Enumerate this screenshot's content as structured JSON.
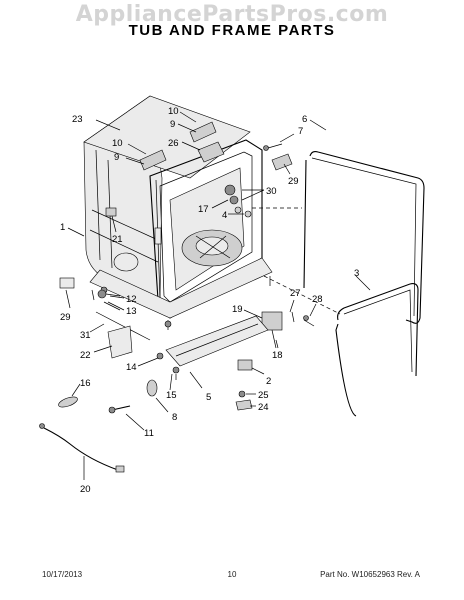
{
  "watermark": "AppliancePartsPros.com",
  "title": "TUB AND FRAME PARTS",
  "callouts": [
    {
      "id": "c23",
      "text": "23"
    },
    {
      "id": "c10a",
      "text": "10"
    },
    {
      "id": "c9a",
      "text": "9"
    },
    {
      "id": "c10b",
      "text": "10"
    },
    {
      "id": "c9b",
      "text": "9"
    },
    {
      "id": "c26",
      "text": "26"
    },
    {
      "id": "c6",
      "text": "6"
    },
    {
      "id": "c7",
      "text": "7"
    },
    {
      "id": "c30",
      "text": "30"
    },
    {
      "id": "c29a",
      "text": "29"
    },
    {
      "id": "c17",
      "text": "17"
    },
    {
      "id": "c4",
      "text": "4"
    },
    {
      "id": "c1",
      "text": "1"
    },
    {
      "id": "c21",
      "text": "21"
    },
    {
      "id": "c3",
      "text": "3"
    },
    {
      "id": "c12",
      "text": "12"
    },
    {
      "id": "c13",
      "text": "13"
    },
    {
      "id": "c29b",
      "text": "29"
    },
    {
      "id": "c27",
      "text": "27"
    },
    {
      "id": "c28",
      "text": "28"
    },
    {
      "id": "c19",
      "text": "19"
    },
    {
      "id": "c31",
      "text": "31"
    },
    {
      "id": "c18",
      "text": "18"
    },
    {
      "id": "c22",
      "text": "22"
    },
    {
      "id": "c14",
      "text": "14"
    },
    {
      "id": "c2",
      "text": "2"
    },
    {
      "id": "c16",
      "text": "16"
    },
    {
      "id": "c15",
      "text": "15"
    },
    {
      "id": "c5",
      "text": "5"
    },
    {
      "id": "c25",
      "text": "25"
    },
    {
      "id": "c8",
      "text": "8"
    },
    {
      "id": "c24",
      "text": "24"
    },
    {
      "id": "c11",
      "text": "11"
    },
    {
      "id": "c20",
      "text": "20"
    }
  ],
  "footer": {
    "date": "10/17/2013",
    "page": "10",
    "part": "Part No. W10652963  Rev. A"
  }
}
